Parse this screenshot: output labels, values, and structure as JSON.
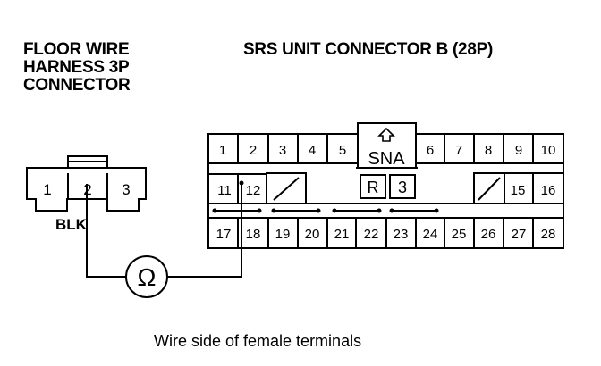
{
  "left_connector": {
    "title_lines": [
      "FLOOR WIRE",
      "HARNESS 3P",
      "CONNECTOR"
    ],
    "terminals": [
      "1",
      "2",
      "3"
    ],
    "wire_color": "BLK"
  },
  "right_connector": {
    "title": "SRS UNIT CONNECTOR B (28P)",
    "row1": [
      "1",
      "2",
      "3",
      "4",
      "5",
      "6",
      "7",
      "8",
      "9",
      "10"
    ],
    "row2": [
      "11",
      "12",
      "15",
      "16"
    ],
    "row3": [
      "17",
      "18",
      "19",
      "20",
      "21",
      "22",
      "23",
      "24",
      "25",
      "26",
      "27",
      "28"
    ],
    "center_label": "SNA",
    "center_marks": [
      "R",
      "3"
    ]
  },
  "meter_symbol": "Ω",
  "caption": "Wire side of female terminals"
}
